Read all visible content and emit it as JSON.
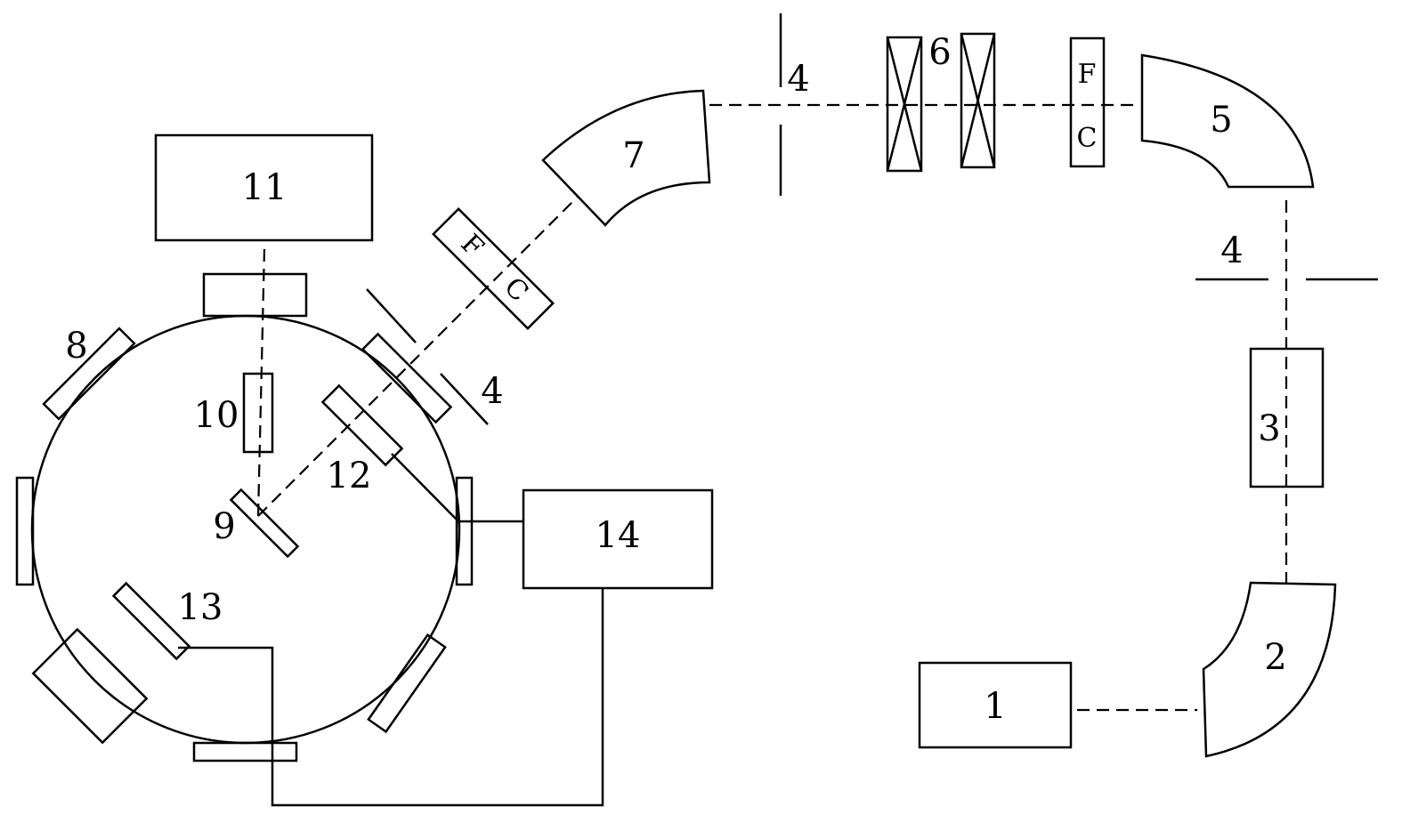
{
  "labels": {
    "source": "1",
    "magnet_2": "2",
    "component_3": "3",
    "aperture_4": "4",
    "magnet_5": "5",
    "lens_6": "6",
    "magnet_7": "7",
    "component_8": "8",
    "target_9": "9",
    "component_10": "10",
    "box_11": "11",
    "component_12": "12",
    "component_13": "13",
    "box_14": "14",
    "fc_f": "F",
    "fc_c": "C"
  }
}
